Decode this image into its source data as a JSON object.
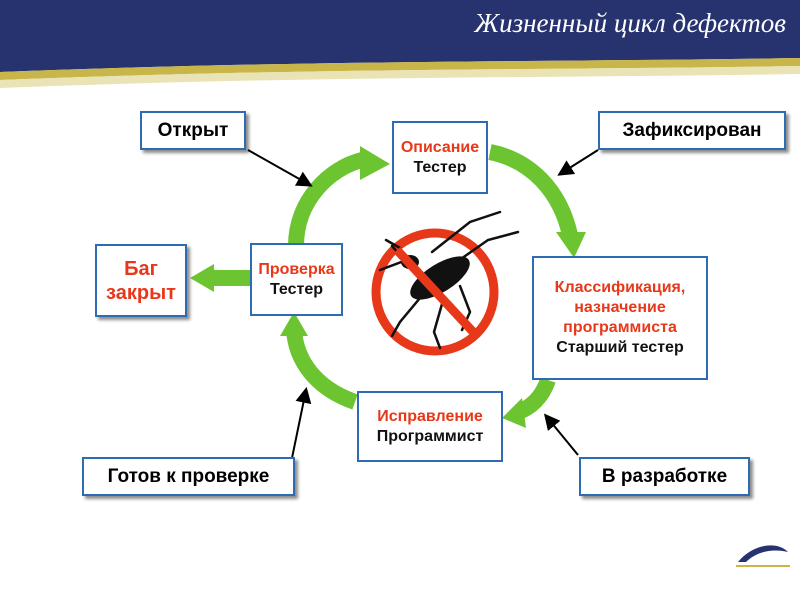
{
  "title": "Жизненный цикл дефектов",
  "colors": {
    "header": "#27336f",
    "accent_gold": "#c9b64a",
    "arrow_green": "#6cc530",
    "box_border": "#2f6ab4",
    "stage_red": "#e8381a",
    "prohibit_red": "#e8381a"
  },
  "states": {
    "open": "Открыт",
    "fixed": "Зафиксирован",
    "in_dev": "В разработке",
    "ready": "Готов к проверке",
    "closed_line1": "Баг",
    "closed_line2": "закрыт"
  },
  "steps": {
    "describe": {
      "action": "Описание",
      "role": "Тестер"
    },
    "classify": {
      "action_line1": "Классификация,",
      "action_line2": "назначение",
      "action_line3": "программиста",
      "role": "Старший тестер"
    },
    "fix": {
      "action": "Исправление",
      "role": "Программист"
    },
    "verify": {
      "action": "Проверка",
      "role": "Тестер"
    }
  },
  "icons": [
    "bug-prohibited-icon",
    "logo-icon"
  ]
}
